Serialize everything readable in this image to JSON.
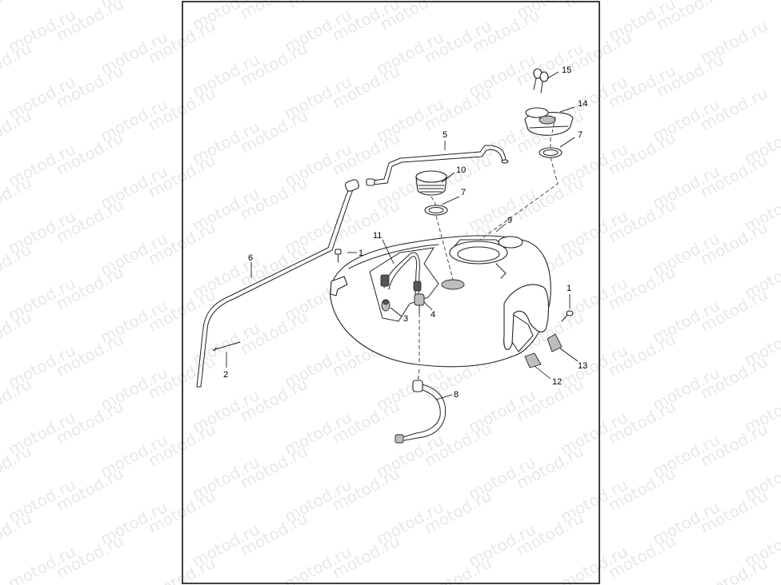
{
  "watermark": {
    "text": "motod.ru"
  },
  "callouts": [
    {
      "id": "1a",
      "text": "1"
    },
    {
      "id": "1b",
      "text": "1"
    },
    {
      "id": "2",
      "text": "2"
    },
    {
      "id": "3",
      "text": "3"
    },
    {
      "id": "4",
      "text": "4"
    },
    {
      "id": "5",
      "text": "5"
    },
    {
      "id": "6",
      "text": "6"
    },
    {
      "id": "7a",
      "text": "7"
    },
    {
      "id": "7b",
      "text": "7"
    },
    {
      "id": "8",
      "text": "8"
    },
    {
      "id": "9",
      "text": "9"
    },
    {
      "id": "10",
      "text": "10"
    },
    {
      "id": "11",
      "text": "11"
    },
    {
      "id": "12",
      "text": "12"
    },
    {
      "id": "13",
      "text": "13"
    },
    {
      "id": "14",
      "text": "14"
    },
    {
      "id": "15",
      "text": "15"
    }
  ]
}
